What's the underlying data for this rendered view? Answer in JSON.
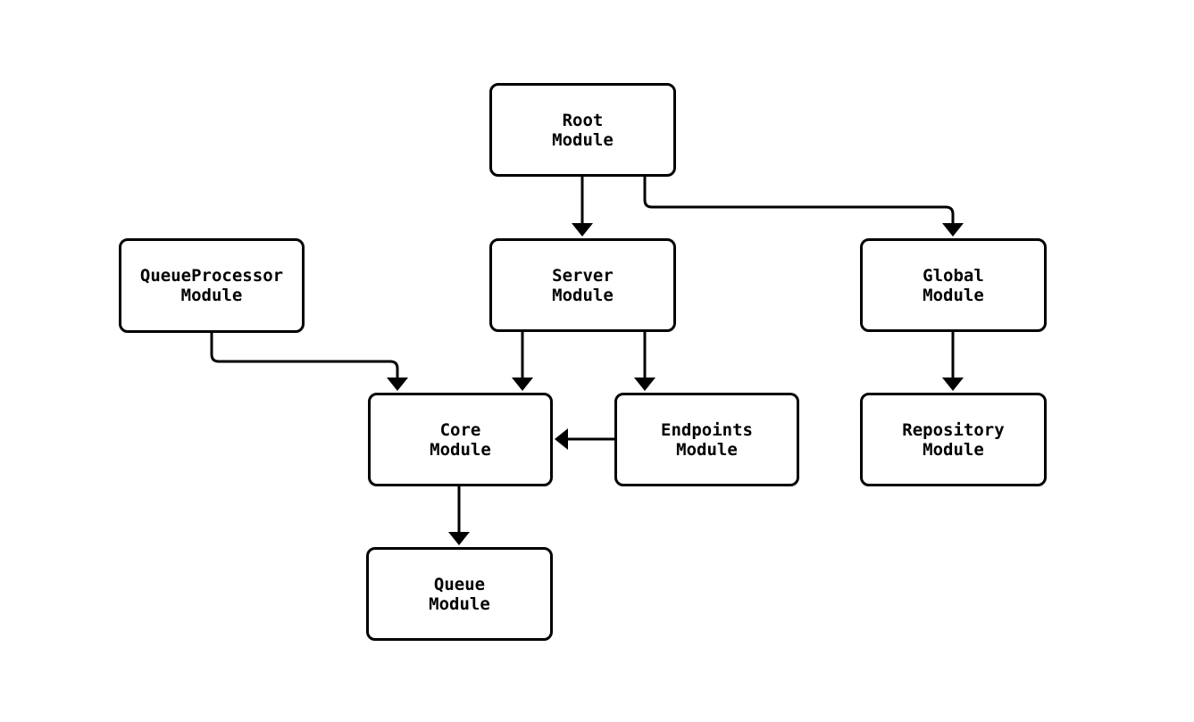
{
  "diagram": {
    "type": "module-dependency-graph",
    "colors": {
      "background": "#ffffff",
      "node_fill": "#ffffff",
      "node_border": "#000000",
      "edge_stroke": "#000000",
      "text": "#000000"
    },
    "nodes": [
      {
        "id": "root",
        "label": "Root\nModule"
      },
      {
        "id": "queueprocessor",
        "label": "QueueProcessor\nModule"
      },
      {
        "id": "server",
        "label": "Server\nModule"
      },
      {
        "id": "global",
        "label": "Global\nModule"
      },
      {
        "id": "core",
        "label": "Core\nModule"
      },
      {
        "id": "endpoints",
        "label": "Endpoints\nModule"
      },
      {
        "id": "repository",
        "label": "Repository\nModule"
      },
      {
        "id": "queue",
        "label": "Queue\nModule"
      }
    ],
    "edges": [
      {
        "from": "Root Module",
        "to": "Server Module"
      },
      {
        "from": "Root Module",
        "to": "Global Module"
      },
      {
        "from": "QueueProcessor Module",
        "to": "Core Module"
      },
      {
        "from": "Server Module",
        "to": "Core Module"
      },
      {
        "from": "Server Module",
        "to": "Endpoints Module"
      },
      {
        "from": "Endpoints Module",
        "to": "Core Module"
      },
      {
        "from": "Global Module",
        "to": "Repository Module"
      },
      {
        "from": "Core Module",
        "to": "Queue Module"
      }
    ]
  }
}
